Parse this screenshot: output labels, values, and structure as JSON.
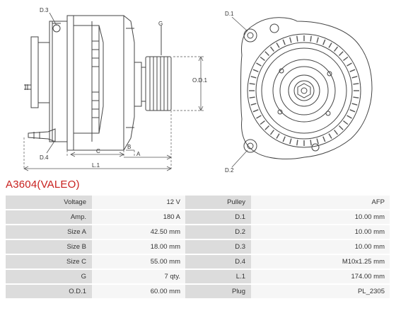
{
  "diagram": {
    "labels": {
      "d3_left": "D.3",
      "g": "G",
      "od1": "O.D.1",
      "d4": "D.4",
      "c": "C",
      "b": "B",
      "a": "A",
      "l1": "L.1",
      "d1": "D.1",
      "d2": "D.2"
    }
  },
  "product_title": "A3604(VALEO)",
  "specs": [
    {
      "k1": "Voltage",
      "v1": "12 V",
      "k2": "Pulley",
      "v2": "AFP"
    },
    {
      "k1": "Amp.",
      "v1": "180 A",
      "k2": "D.1",
      "v2": "10.00 mm"
    },
    {
      "k1": "Size A",
      "v1": "42.50 mm",
      "k2": "D.2",
      "v2": "10.00 mm"
    },
    {
      "k1": "Size B",
      "v1": "18.00 mm",
      "k2": "D.3",
      "v2": "10.00 mm"
    },
    {
      "k1": "Size C",
      "v1": "55.00 mm",
      "k2": "D.4",
      "v2": "M10x1.25 mm"
    },
    {
      "k1": "G",
      "v1": "7 qty.",
      "k2": "L.1",
      "v2": "174.00 mm"
    },
    {
      "k1": "O.D.1",
      "v1": "60.00 mm",
      "k2": "Plug",
      "v2": "PL_2305"
    }
  ]
}
